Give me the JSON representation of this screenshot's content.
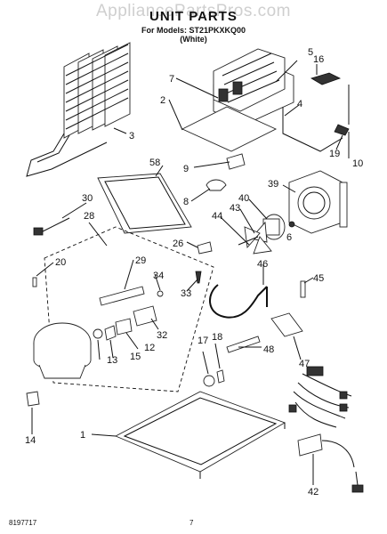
{
  "watermark": "AppliancePartsPros.com",
  "title": "UNIT PARTS",
  "models_line": "For Models: ST21PKXKQ00",
  "color_line": "(White)",
  "footer_left": "8197717",
  "footer_page": "7",
  "callouts": [
    "1",
    "2",
    "3",
    "4",
    "5",
    "7",
    "8",
    "9",
    "10",
    "12",
    "13",
    "14",
    "15",
    "16",
    "17",
    "18",
    "19",
    "20",
    "26",
    "28",
    "29",
    "30",
    "32",
    "33",
    "34",
    "39",
    "40",
    "42",
    "43",
    "44",
    "45",
    "46",
    "47",
    "48",
    "58",
    "6"
  ]
}
